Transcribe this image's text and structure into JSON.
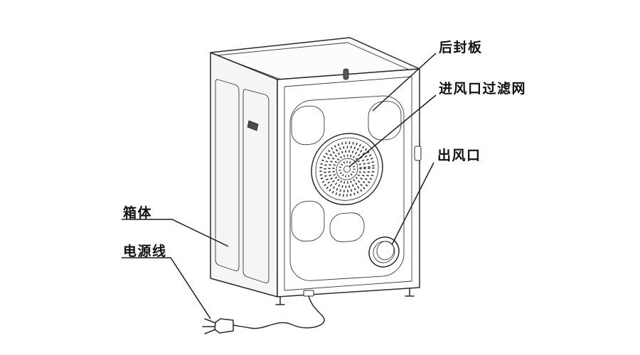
{
  "colors": {
    "line": "#2a2a2a",
    "label_text": "#111111",
    "background": "#ffffff"
  },
  "labels": {
    "rear_panel": "后封板",
    "inlet_filter": "进风口过滤网",
    "air_outlet": "出风口",
    "cabinet": "箱体",
    "power_cord": "电源线"
  }
}
